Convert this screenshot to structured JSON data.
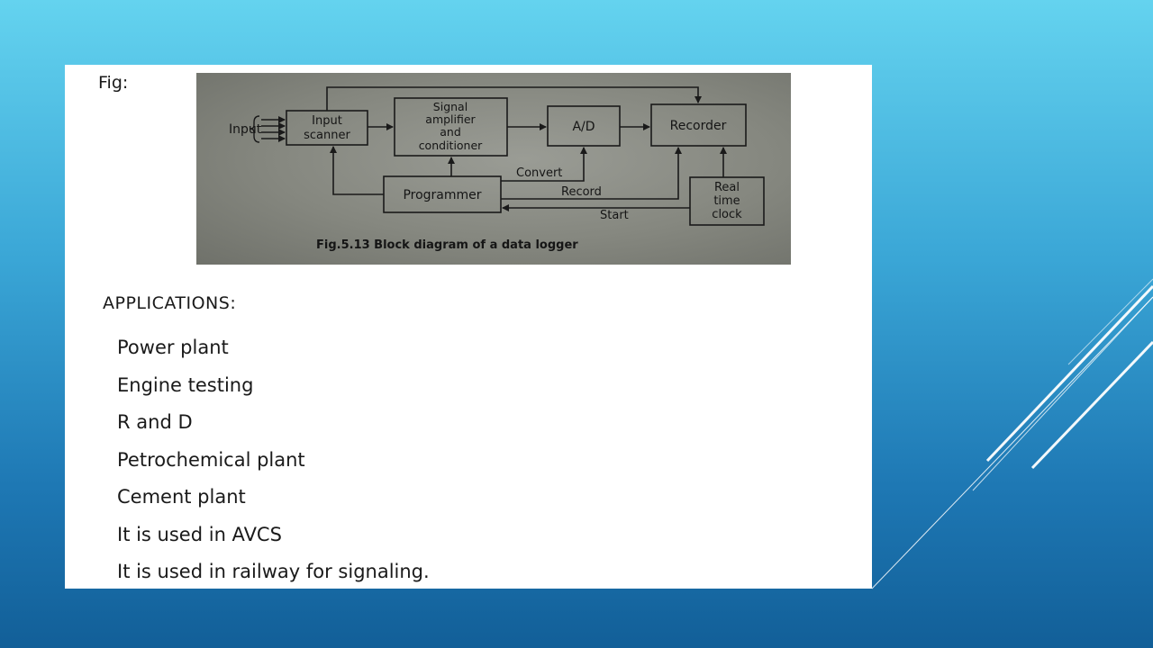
{
  "slide": {
    "fig_label": "Fig:",
    "applications_heading": "APPLICATIONS:",
    "applications": [
      "Power plant",
      "Engine testing",
      "R and D",
      "Petrochemical plant",
      "Cement plant",
      "It is used in AVCS",
      "It is used in railway for signaling."
    ]
  },
  "diagram": {
    "input_label": "Input",
    "blocks": {
      "input_scanner": [
        "Input",
        "scanner"
      ],
      "signal_amplifier": [
        "Signal",
        "amplifier",
        "and",
        "conditioner"
      ],
      "ad": "A/D",
      "recorder": "Recorder",
      "programmer": "Programmer",
      "real_time_clock": [
        "Real",
        "time",
        "clock"
      ]
    },
    "signals": {
      "convert": "Convert",
      "record": "Record",
      "start": "Start"
    },
    "caption": "Fig.5.13 Block diagram of a data logger"
  },
  "colors": {
    "background_top": "#64d3ef",
    "background_bottom": "#125f98",
    "panel": "#ffffff",
    "photo": "#85877f"
  }
}
